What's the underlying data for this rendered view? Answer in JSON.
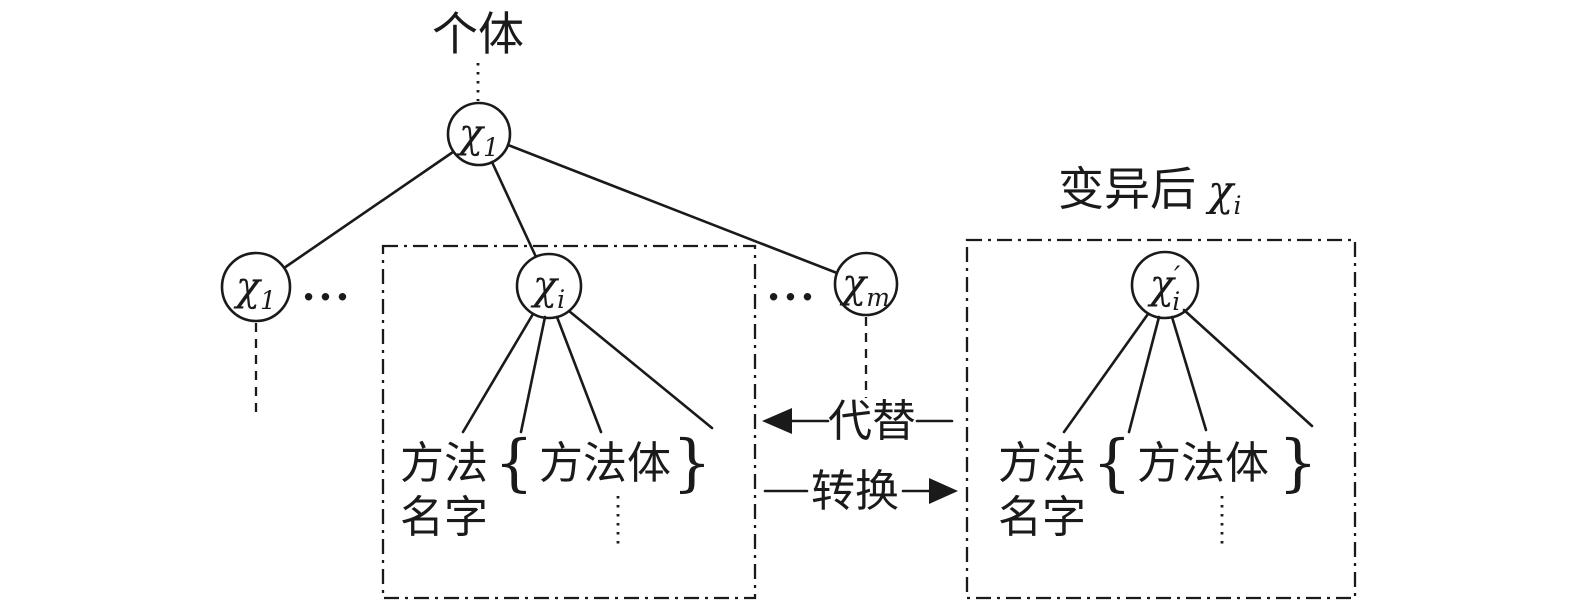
{
  "title": {
    "individual": "个体"
  },
  "right_title": {
    "text": "变异后",
    "chi_main": "χ",
    "chi_sub": "i"
  },
  "nodes": {
    "root": {
      "main": "χ",
      "sub": "1"
    },
    "left": {
      "main": "χ",
      "sub": "1"
    },
    "mid": {
      "main": "χ",
      "sub": "i"
    },
    "right": {
      "main": "χ",
      "sub": "m"
    },
    "mutated": {
      "main": "χ",
      "prime": "′",
      "sub": "i"
    }
  },
  "ellipsis": "...",
  "arrows": {
    "replace": "代替",
    "transform": "转换"
  },
  "leaves": {
    "method_line1": "方法",
    "method_line2": "名字",
    "brace_open": "{",
    "body": "方法体",
    "brace_close": "}"
  },
  "colors": {
    "stroke": "#1a1a1a",
    "background": "#ffffff"
  }
}
